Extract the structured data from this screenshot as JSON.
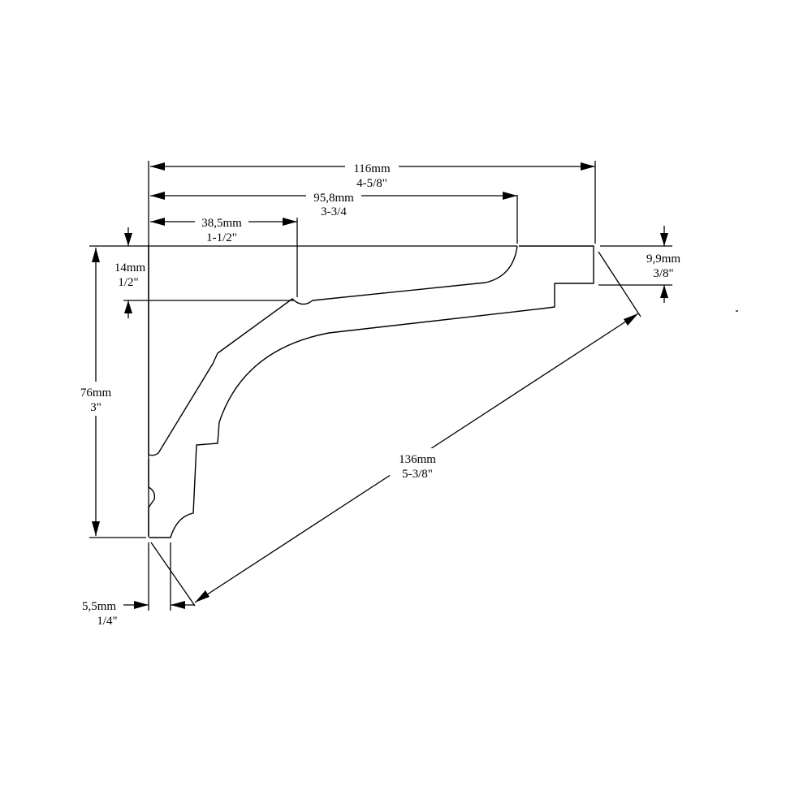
{
  "dimensions": {
    "width_total": {
      "metric": "116mm",
      "imperial": "4-5/8\""
    },
    "width_95": {
      "metric": "95,8mm",
      "imperial": "3-3/4"
    },
    "width_38": {
      "metric": "38,5mm",
      "imperial": "1-1/2\""
    },
    "height_14": {
      "metric": "14mm",
      "imperial": "1/2\""
    },
    "height_total": {
      "metric": "76mm",
      "imperial": "3\""
    },
    "height_9": {
      "metric": "9,9mm",
      "imperial": "3/8\""
    },
    "diagonal": {
      "metric": "136mm",
      "imperial": "5-3/8\""
    },
    "bottom_5": {
      "metric": "5,5mm",
      "imperial": "1/4\""
    }
  }
}
